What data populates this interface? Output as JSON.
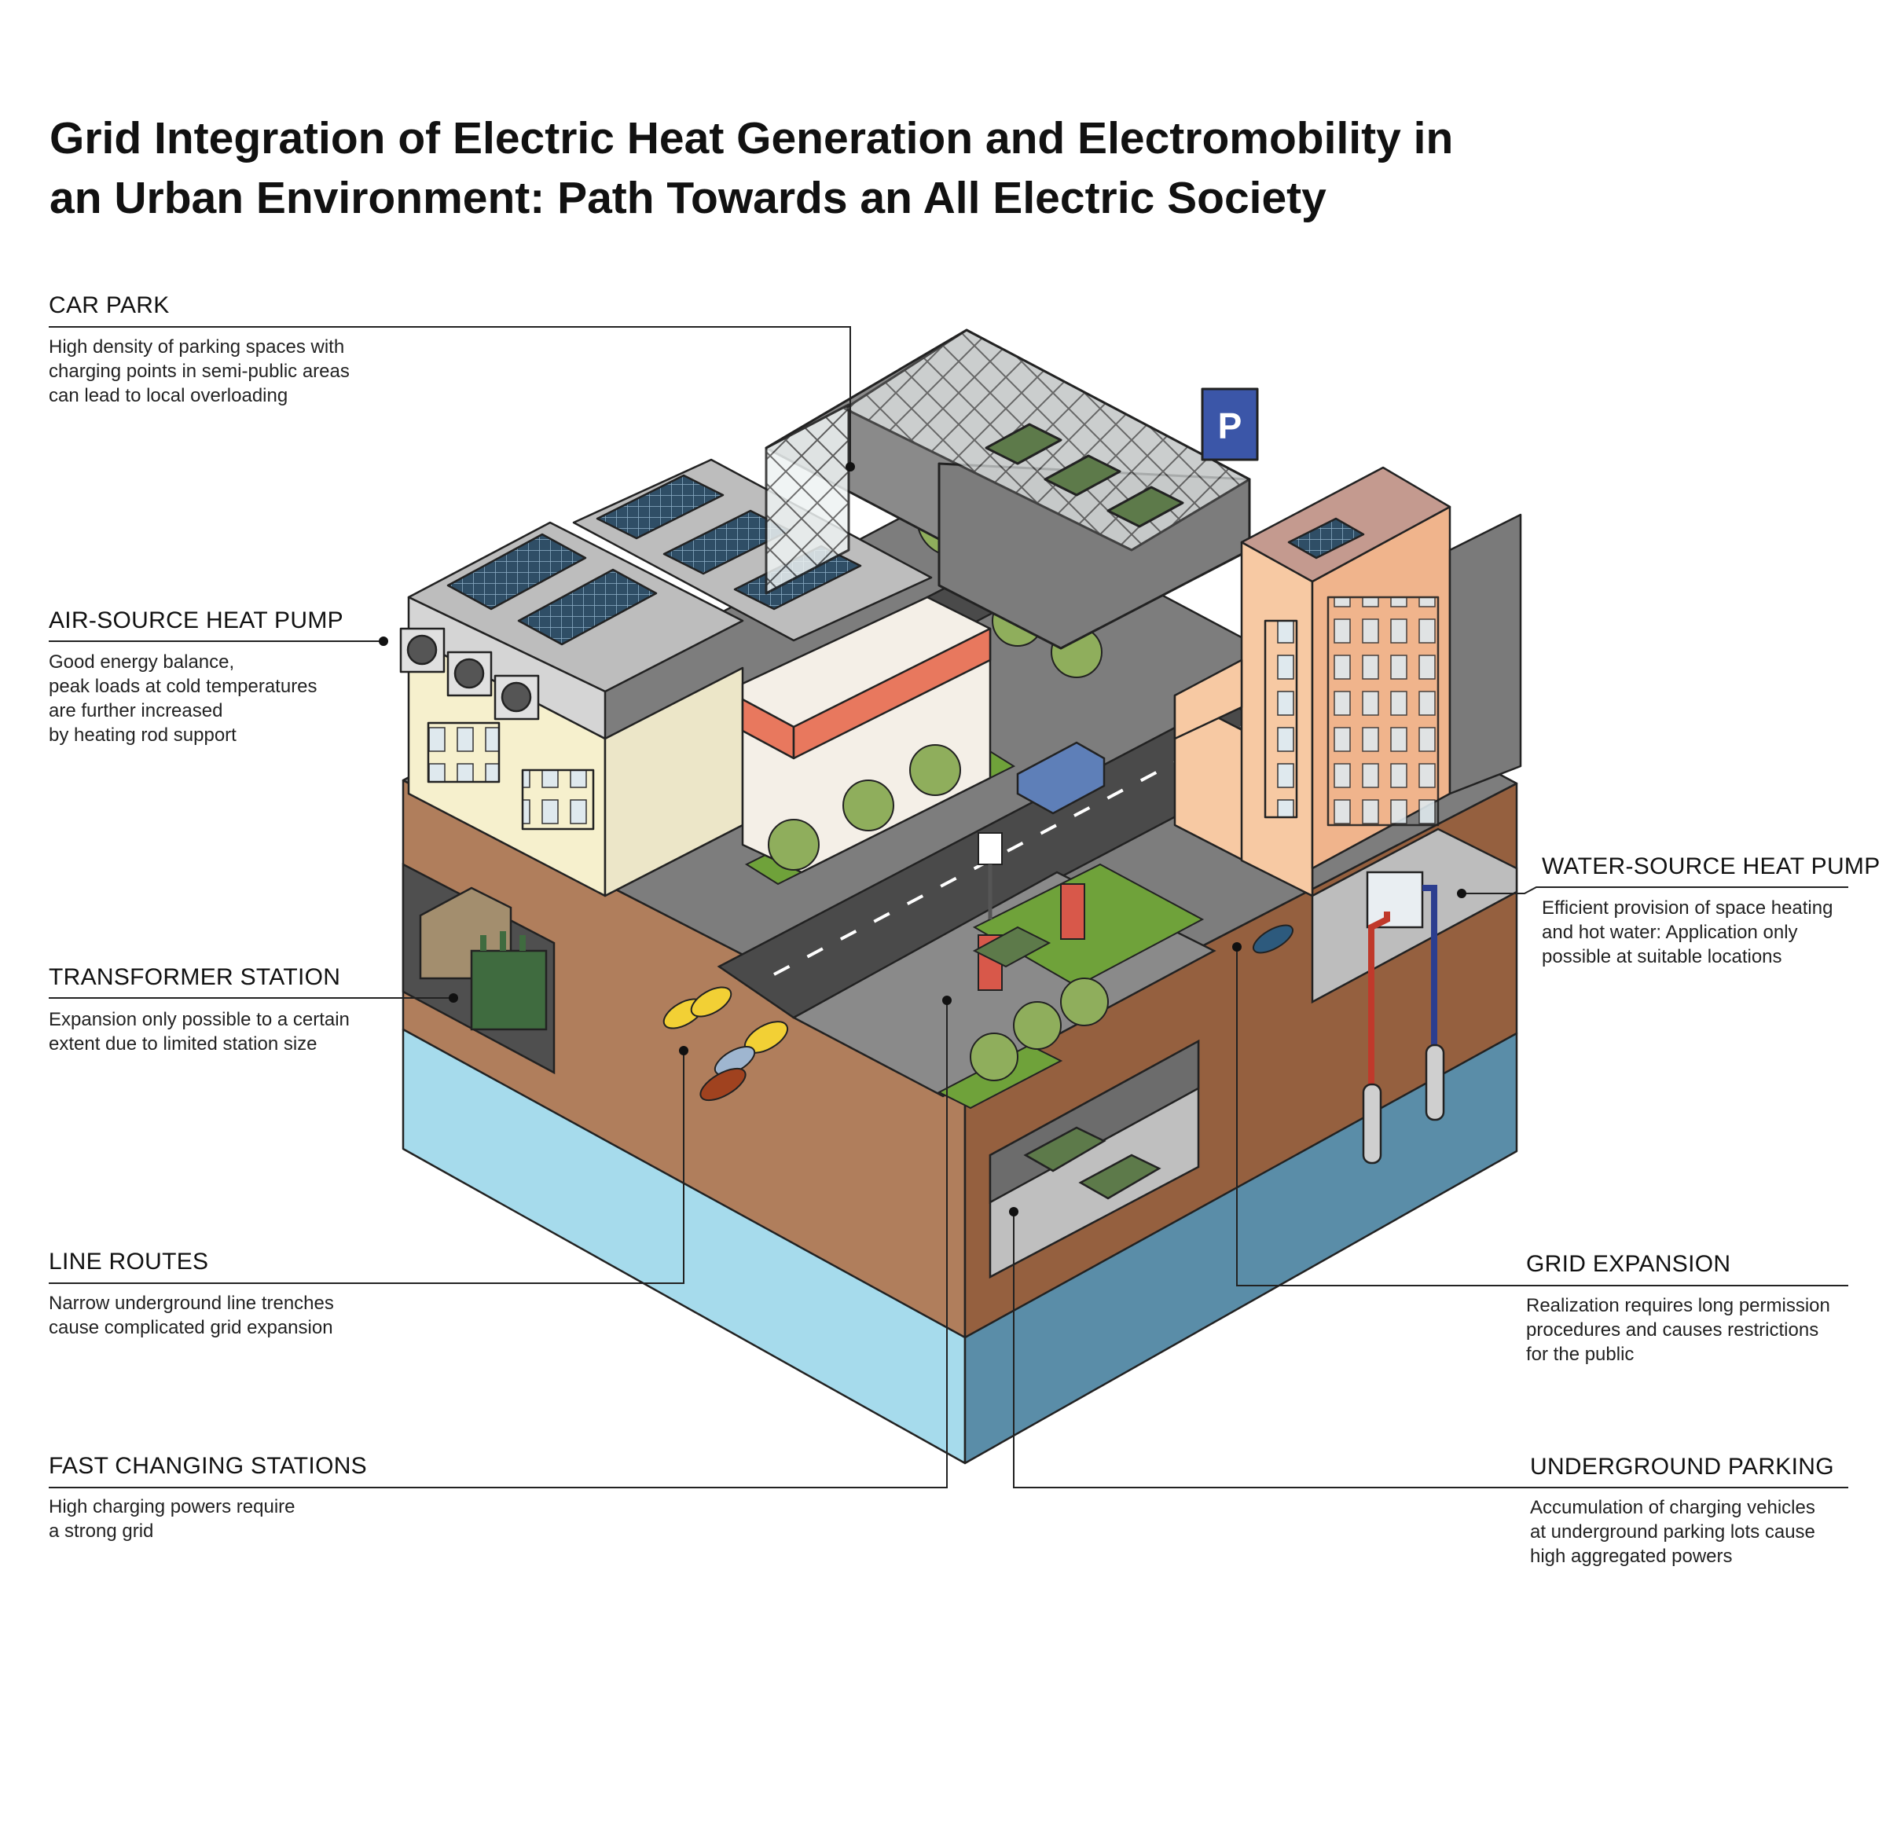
{
  "title": {
    "line1": "Grid Integration of Electric Heat Generation and Electromobility in",
    "line2": "an Urban Environment: Path Towards an All Electric Society"
  },
  "callouts": {
    "car_park": {
      "label": "CAR PARK",
      "desc": [
        "High density of parking spaces with",
        "charging points in semi-public areas",
        "can lead to local overloading"
      ]
    },
    "air_source_heat_pump": {
      "label": "AIR-SOURCE HEAT PUMP",
      "desc": [
        "Good energy balance,",
        "peak loads at cold temperatures",
        "are further increased",
        "by heating rod support"
      ]
    },
    "transformer_station": {
      "label": "TRANSFORMER STATION",
      "desc": [
        "Expansion only possible to a certain",
        "extent due to limited station size"
      ]
    },
    "line_routes": {
      "label": "LINE ROUTES",
      "desc": [
        "Narrow underground line trenches",
        "cause complicated grid expansion"
      ]
    },
    "fast_charging": {
      "label": "FAST CHANGING STATIONS",
      "desc": [
        "High charging powers require",
        "a strong grid"
      ]
    },
    "water_source_heat_pump": {
      "label": "WATER-SOURCE HEAT PUMP",
      "desc": [
        "Efficient provision of space heating",
        "and hot water: Application only",
        "possible at suitable locations"
      ]
    },
    "grid_expansion": {
      "label": "GRID EXPANSION",
      "desc": [
        "Realization requires long permission",
        "procedures and causes restrictions",
        "for the public"
      ]
    },
    "underground_parking": {
      "label": "UNDERGROUND PARKING",
      "desc": [
        "Accumulation of charging vehicles",
        "at underground parking lots cause",
        "high aggregated powers"
      ]
    }
  },
  "colors": {
    "soil_left": "#b07e5c",
    "soil_right": "#95603f",
    "water_left": "#a6dbec",
    "water_right": "#5a8da8",
    "road": "#4a4a4a",
    "grass": "#6fa23a",
    "solar": "#2f4e66",
    "brick": "#f0b48c"
  },
  "icons": {
    "parking_sign": "P",
    "heat_pump_symbol": "swirl"
  }
}
